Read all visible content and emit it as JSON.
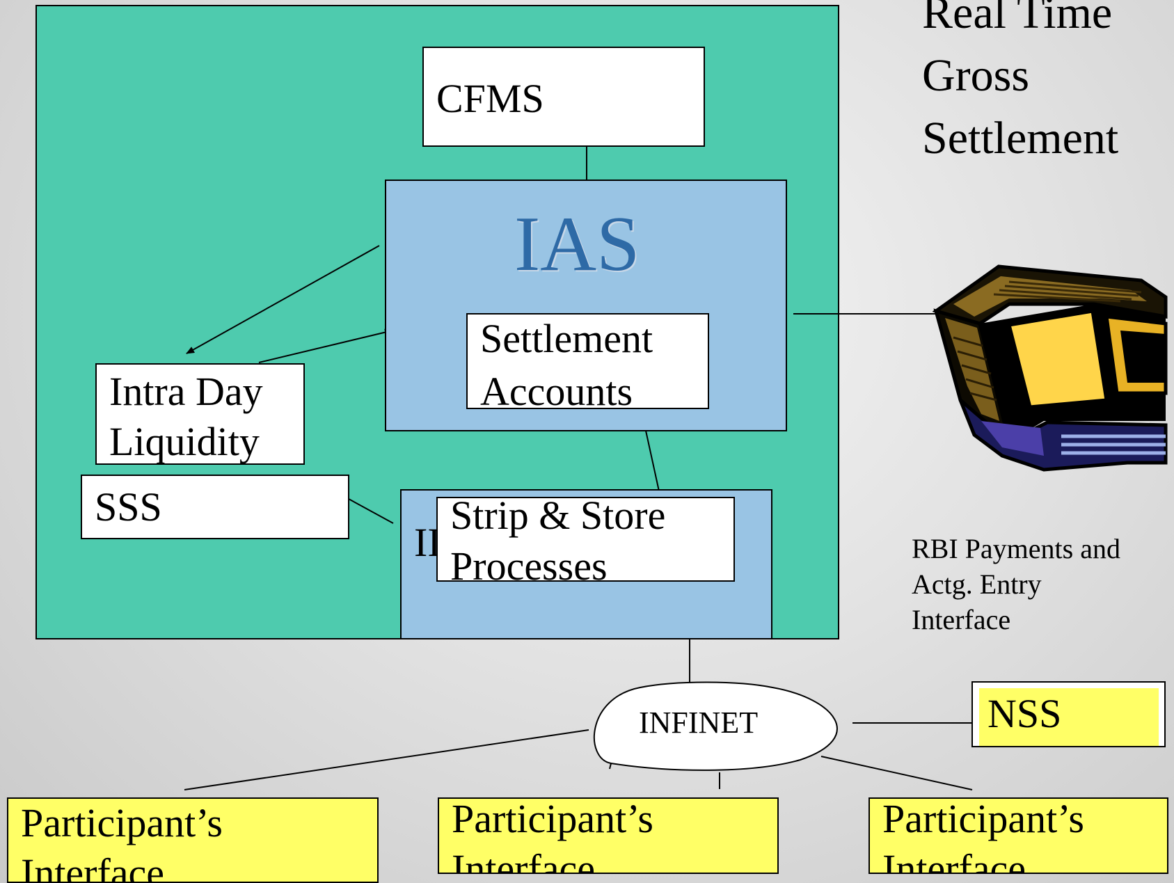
{
  "title": {
    "line1": "Real Time",
    "line2": "Gross",
    "line3": "Settlement"
  },
  "boxes": {
    "cfms": "CFMS",
    "ias": "IAS",
    "settlement_accounts": {
      "line1": "Settlement",
      "line2": "Accounts"
    },
    "intra_day_liquidity": {
      "line1": "Intra Day",
      "line2": "Liquidity"
    },
    "sss": "SSS",
    "ii_partial": "II",
    "strip_store": {
      "line1": "Strip & Store",
      "line2": "Processes"
    }
  },
  "rbi_interface": {
    "line1": "RBI Payments and",
    "line2": "Actg. Entry",
    "line3": "Interface"
  },
  "infinet": "INFINET",
  "nss": "NSS",
  "participants": [
    {
      "line1": "Participant’s",
      "line2": "Interface"
    },
    {
      "line1": "Participant’s",
      "line2": "Interface"
    },
    {
      "line1": "Participant’s",
      "line2": "Interface"
    }
  ],
  "icons": {
    "computer": "computer-icon"
  },
  "colors": {
    "main_panel": "#4ecbae",
    "ias_box": "#99c4e4",
    "ias_text": "#2e6aa6",
    "participant": "#ffff66"
  }
}
